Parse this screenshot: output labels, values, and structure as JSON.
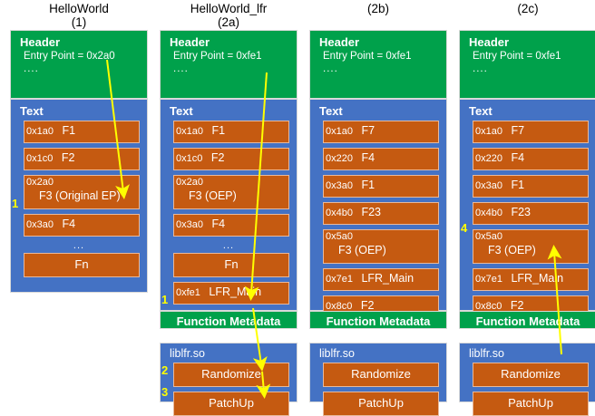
{
  "diagram": {
    "columns": [
      {
        "title": "HelloWorld",
        "subtitle": "(1)",
        "header": {
          "label": "Header",
          "entry_point": "Entry Point = 0x2a0",
          "dots": "...."
        },
        "text": {
          "label": "Text",
          "functions": [
            {
              "addr": "0x1a0",
              "name": "F1",
              "style": "inline"
            },
            {
              "addr": "0x1c0",
              "name": "F2",
              "style": "inline"
            },
            {
              "addr": "0x2a0",
              "name": "F3 (Original EP)",
              "style": "stacked"
            },
            {
              "addr": "0x3a0",
              "name": "F4",
              "style": "inline"
            },
            {
              "addr": "",
              "name": "Fn",
              "style": "centered"
            }
          ],
          "ellipsis": "..."
        },
        "metadata": null,
        "library": null,
        "steps": [
          {
            "num": "1",
            "target": "0x2a0"
          }
        ]
      },
      {
        "title": "HelloWorld_lfr",
        "subtitle": "(2a)",
        "header": {
          "label": "Header",
          "entry_point": "Entry Point = 0xfe1",
          "dots": "...."
        },
        "text": {
          "label": "Text",
          "functions": [
            {
              "addr": "0x1a0",
              "name": "F1",
              "style": "inline"
            },
            {
              "addr": "0x1c0",
              "name": "F2",
              "style": "inline"
            },
            {
              "addr": "0x2a0",
              "name": "F3 (OEP)",
              "style": "stacked"
            },
            {
              "addr": "0x3a0",
              "name": "F4",
              "style": "inline"
            },
            {
              "addr": "",
              "name": "Fn",
              "style": "centered"
            },
            {
              "addr": "0xfe1",
              "name": "LFR_Main",
              "style": "inline"
            }
          ],
          "ellipsis": "..."
        },
        "metadata": "Function Metadata",
        "library": {
          "name": "liblfr.so",
          "functions": [
            "Randomize",
            "PatchUp"
          ]
        },
        "steps": [
          {
            "num": "1",
            "target": "0xfe1"
          },
          {
            "num": "2",
            "target": "Randomize"
          },
          {
            "num": "3",
            "target": "PatchUp"
          }
        ]
      },
      {
        "title": "",
        "subtitle": "(2b)",
        "header": {
          "label": "Header",
          "entry_point": "Entry Point = 0xfe1",
          "dots": "...."
        },
        "text": {
          "label": "Text",
          "functions": [
            {
              "addr": "0x1a0",
              "name": "F7",
              "style": "inline"
            },
            {
              "addr": "0x220",
              "name": "F4",
              "style": "inline"
            },
            {
              "addr": "0x3a0",
              "name": "F1",
              "style": "inline"
            },
            {
              "addr": "0x4b0",
              "name": "F23",
              "style": "inline"
            },
            {
              "addr": "0x5a0",
              "name": "F3 (OEP)",
              "style": "stacked"
            },
            {
              "addr": "0x7e1",
              "name": "LFR_Main",
              "style": "inline"
            },
            {
              "addr": "0x8c0",
              "name": "F2",
              "style": "inline"
            }
          ],
          "ellipsis": ""
        },
        "metadata": "Function Metadata",
        "library": {
          "name": "liblfr.so",
          "functions": [
            "Randomize",
            "PatchUp"
          ]
        },
        "steps": []
      },
      {
        "title": "",
        "subtitle": "(2c)",
        "header": {
          "label": "Header",
          "entry_point": "Entry Point = 0xfe1",
          "dots": "...."
        },
        "text": {
          "label": "Text",
          "functions": [
            {
              "addr": "0x1a0",
              "name": "F7",
              "style": "inline"
            },
            {
              "addr": "0x220",
              "name": "F4",
              "style": "inline"
            },
            {
              "addr": "0x3a0",
              "name": "F1",
              "style": "inline"
            },
            {
              "addr": "0x4b0",
              "name": "F23",
              "style": "inline"
            },
            {
              "addr": "0x5a0",
              "name": "F3 (OEP)",
              "style": "stacked"
            },
            {
              "addr": "0x7e1",
              "name": "LFR_Main",
              "style": "inline"
            },
            {
              "addr": "0x8c0",
              "name": "F2",
              "style": "inline"
            }
          ],
          "ellipsis": ""
        },
        "metadata": "Function Metadata",
        "library": {
          "name": "liblfr.so",
          "functions": [
            "Randomize",
            "PatchUp"
          ]
        },
        "steps": [
          {
            "num": "4",
            "target": "0x5a0"
          }
        ]
      }
    ],
    "colors": {
      "header_green": "#00a14b",
      "text_blue": "#4472c4",
      "function_orange": "#c55a11",
      "arrow_yellow": "#ffff00",
      "step_number_yellow": "#ffff00",
      "page_background": "#ffffff"
    },
    "arrow_count": 5
  }
}
